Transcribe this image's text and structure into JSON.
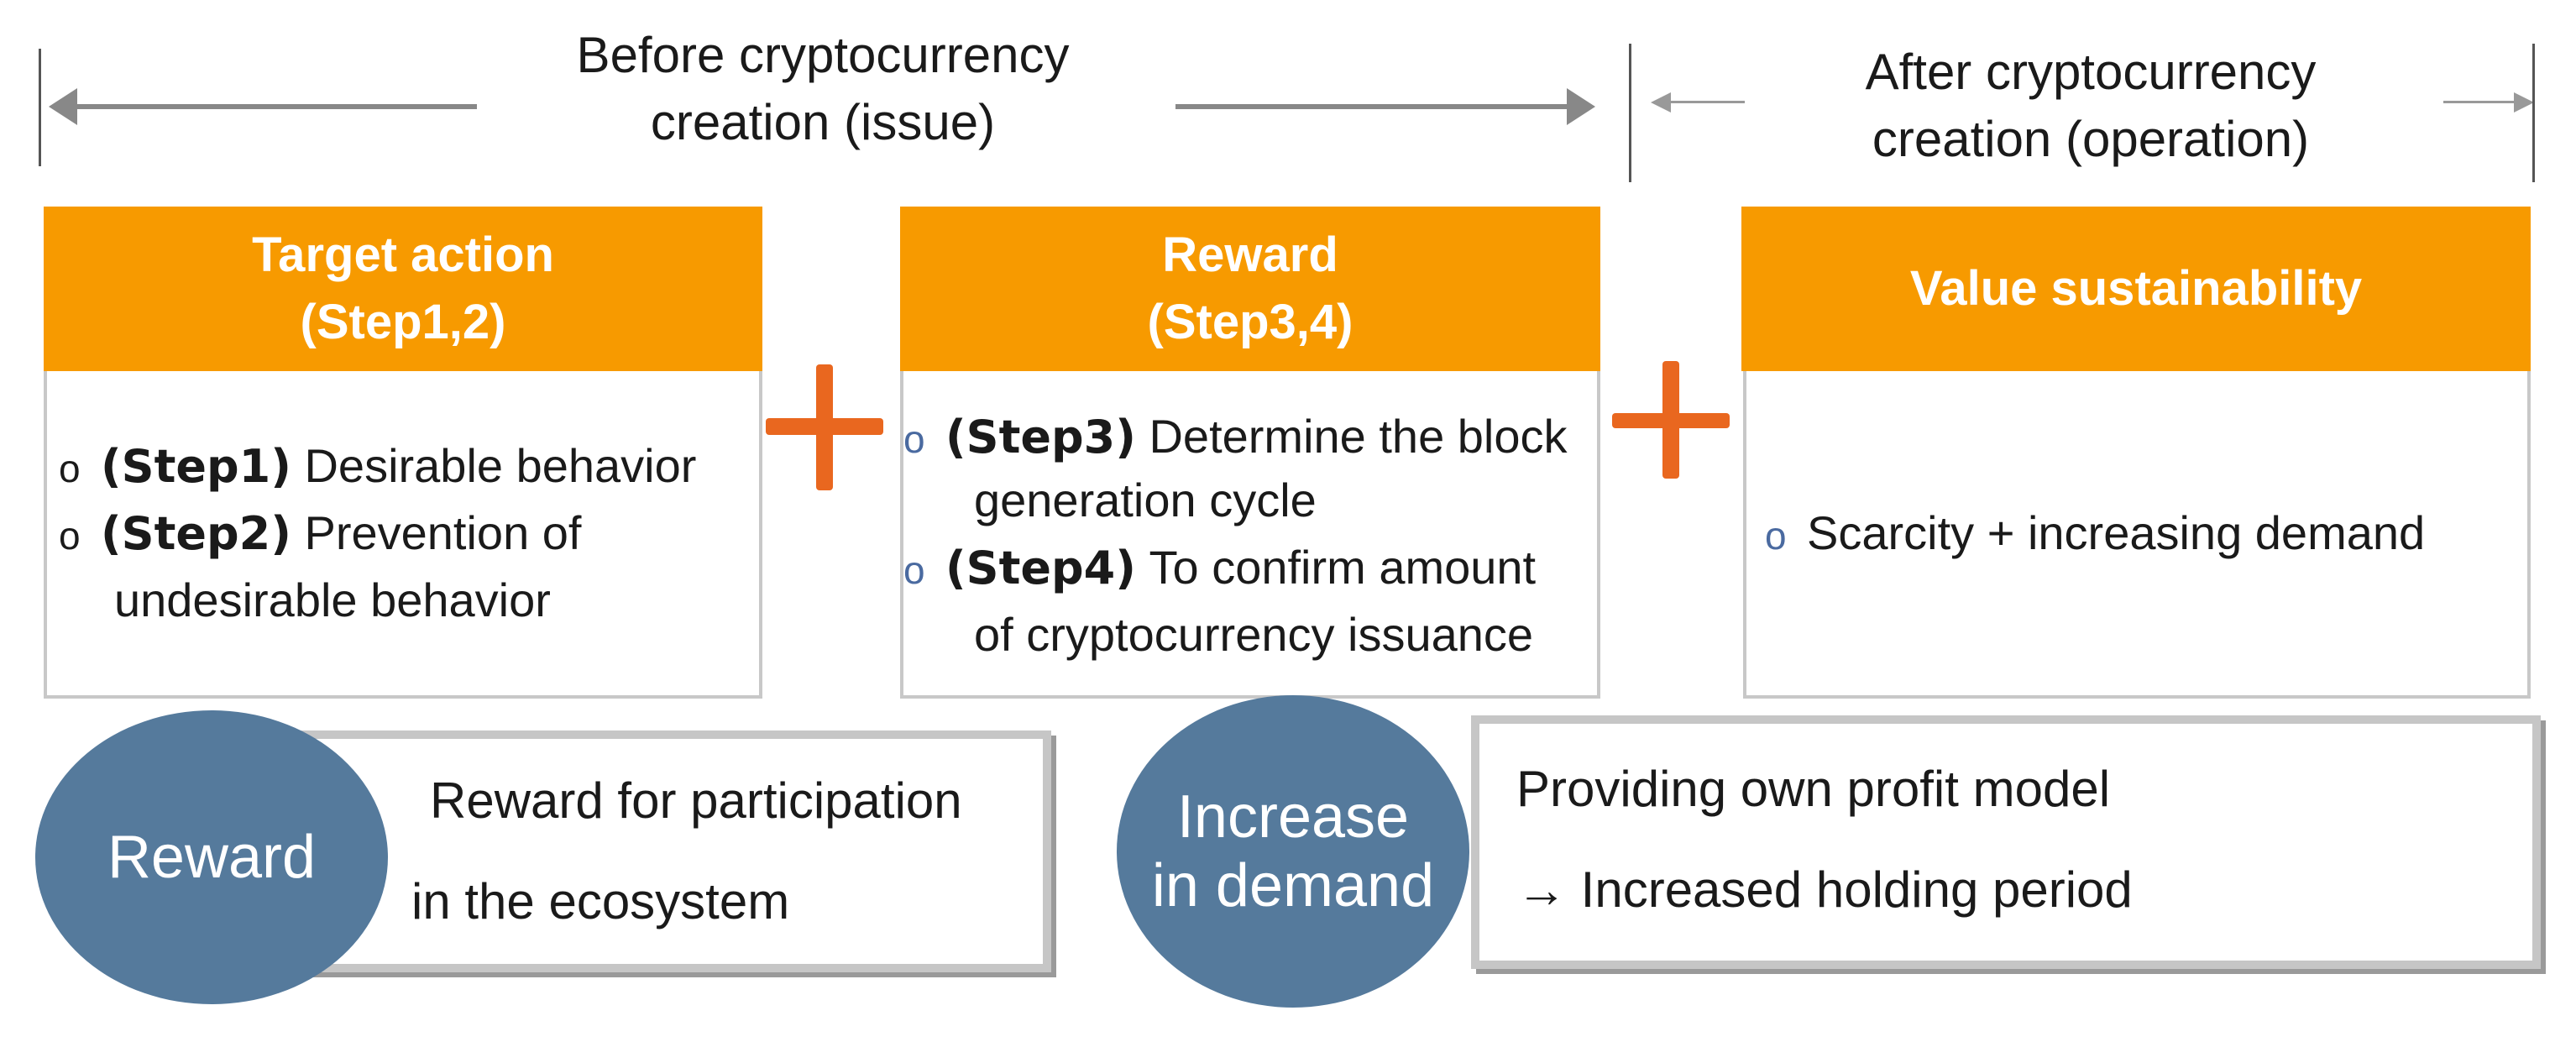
{
  "phases": {
    "before_line1": "Before cryptocurrency",
    "before_line2": "creation (issue)",
    "after_line1": "After cryptocurrency",
    "after_line2": "creation (operation)"
  },
  "columns": [
    {
      "header_line1": "Target action",
      "header_line2": "(Step1,2)",
      "items": [
        {
          "step": "(Step1)",
          "text": "Desirable behavior"
        },
        {
          "step": "(Step2)",
          "text": "Prevention of",
          "cont": "undesirable  behavior"
        }
      ]
    },
    {
      "header_line1": "Reward",
      "header_line2": "(Step3,4)",
      "items": [
        {
          "step": "(Step3)",
          "text": "Determine the block",
          "cont": "generation cycle"
        },
        {
          "step": "(Step4)",
          "text": "To confirm amount",
          "cont": "of cryptocurrency issuance"
        }
      ]
    },
    {
      "header_line1": "Value sustainability",
      "items": [
        {
          "text": "Scarcity + increasing demand"
        }
      ]
    }
  ],
  "bullet_symbol": "o",
  "bottom": {
    "circle1": "Reward",
    "box1_line1": "Reward for participation",
    "box1_line2": "in the ecosystem",
    "circle2_line1": "Increase",
    "circle2_line2": "in demand",
    "box2_line1": "Providing own profit model",
    "box2_line2": "→ Increased holding period"
  },
  "colors": {
    "header_orange": "#f79a00",
    "plus_orange": "#e9671f",
    "circle_blue": "#557a9c",
    "frame_gray": "#c6c6c6"
  }
}
